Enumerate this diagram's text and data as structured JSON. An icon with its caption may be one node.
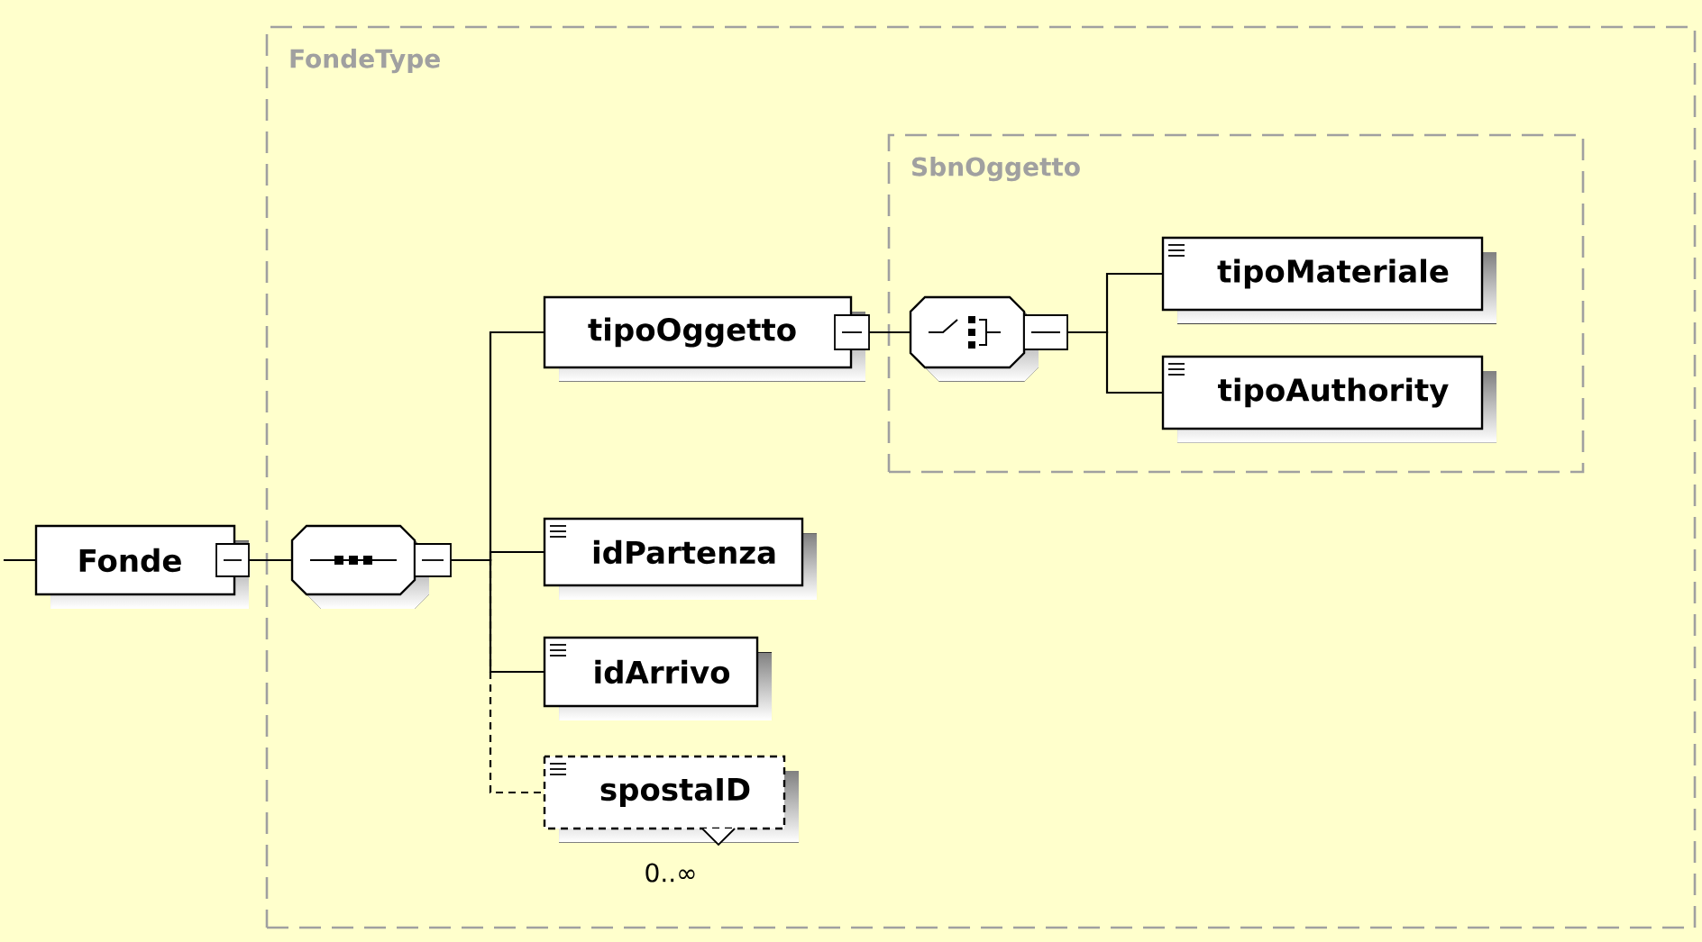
{
  "diagram": {
    "nodes": [
      {
        "text": [
          "FondeType"
        ]
      },
      {
        "text": [
          "Fonde"
        ]
      },
      {
        "text": [],
        "shape": "octagon",
        "in": 0
      },
      {
        "text": [
          "tipoOggetto"
        ],
        "in": 0
      },
      {
        "text": [
          "SbnOggetto"
        ],
        "in": 0
      },
      {
        "text": [],
        "shape": "octagon",
        "in": 4
      },
      {
        "text": [
          "tipoMateriale"
        ],
        "in": 4
      },
      {
        "text": [
          "tipoAuthority"
        ],
        "in": 4
      },
      {
        "text": [
          "idPartenza"
        ],
        "in": 0
      },
      {
        "text": [
          "idArrivo"
        ],
        "in": 0
      },
      {
        "text": [
          "spostaID"
        ],
        "in": 0,
        "beside": [
          "0..∞"
        ]
      }
    ],
    "edges": [
      {
        "from": null,
        "to": 1,
        "arrow": "none"
      },
      {
        "from": 1,
        "to": 2,
        "arrow": "none"
      },
      {
        "from": 2,
        "to": 3,
        "arrow": "none"
      },
      {
        "from": 3,
        "to": 5,
        "arrow": "none"
      },
      {
        "from": 5,
        "to": 6,
        "arrow": "none"
      },
      {
        "from": 5,
        "to": 7,
        "arrow": "none"
      },
      {
        "from": 2,
        "to": 8,
        "arrow": "none"
      },
      {
        "from": 2,
        "to": 9,
        "arrow": "none"
      },
      {
        "from": 2,
        "to": 10,
        "arrow": "none",
        "style": "dashed"
      }
    ]
  }
}
